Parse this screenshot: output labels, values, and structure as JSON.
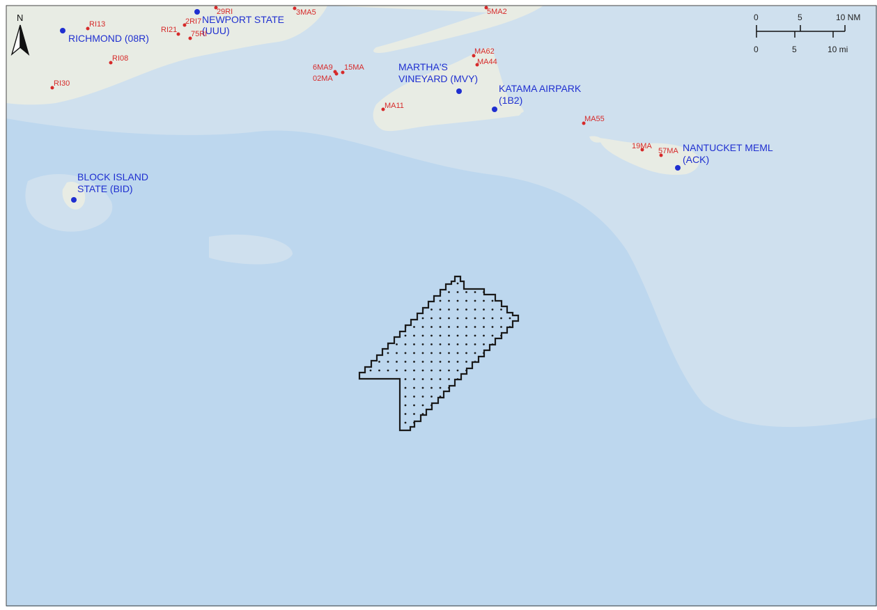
{
  "colors": {
    "ocean": "#bdd7ee",
    "shallow": "#cfe0ee",
    "land": "#e8ece4",
    "airport_major": "#1f2fd0",
    "airport_minor": "#d62a2a",
    "area_outline": "#1a1a1a"
  },
  "north_arrow": {
    "label": "N"
  },
  "scale_bar": {
    "nm_ticks": [
      "0",
      "5",
      "10 NM"
    ],
    "mi_ticks": [
      "0",
      "5",
      "10 mi"
    ]
  },
  "airports_major": [
    {
      "label": "RICHMOND (08R)"
    },
    {
      "label_lines": [
        "NEWPORT STATE",
        "(UUU)"
      ]
    },
    {
      "label_lines": [
        "MARTHA'S",
        "VINEYARD (MVY)"
      ]
    },
    {
      "label_lines": [
        "KATAMA AIRPARK",
        "(1B2)"
      ]
    },
    {
      "label_lines": [
        "NANTUCKET MEML",
        "(ACK)"
      ]
    },
    {
      "label_lines": [
        "BLOCK ISLAND",
        "STATE (BID)"
      ]
    }
  ],
  "airports_minor": [
    {
      "label": "RI13"
    },
    {
      "label": "RI08"
    },
    {
      "label": "RI30"
    },
    {
      "label": "RI21"
    },
    {
      "label": "2RI7"
    },
    {
      "label": "75RI"
    },
    {
      "label": "29RI"
    },
    {
      "label": "3MA5"
    },
    {
      "label": "5MA2"
    },
    {
      "label": "6MA9"
    },
    {
      "label": "02MA"
    },
    {
      "label": "15MA"
    },
    {
      "label": "MA62"
    },
    {
      "label": "MA44"
    },
    {
      "label": "MA11"
    },
    {
      "label": "MA55"
    },
    {
      "label": "19MA"
    },
    {
      "label": "57MA"
    }
  ]
}
